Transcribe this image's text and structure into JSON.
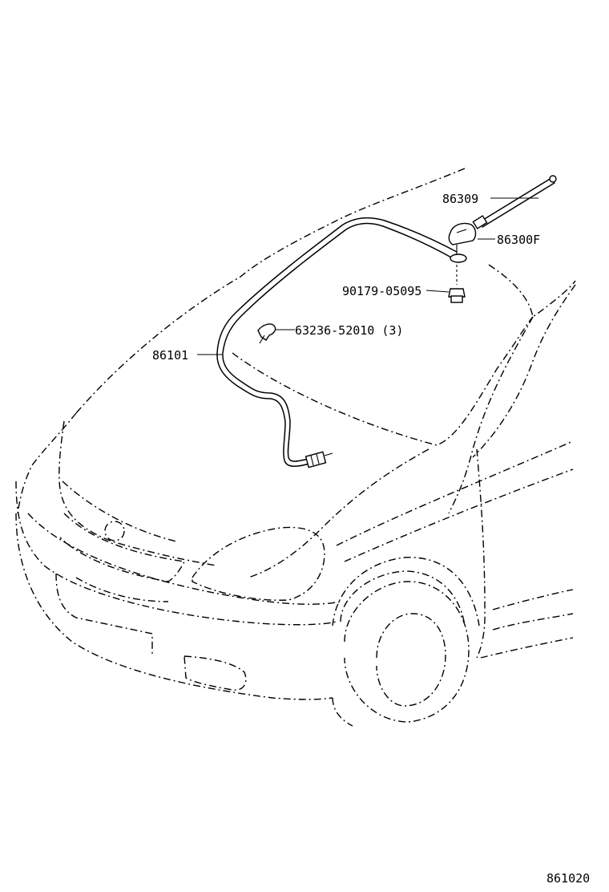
{
  "parts": {
    "antenna_rod": "86309",
    "antenna_base": "86300F",
    "screw": "90179-05095",
    "clip": "63236-52010 (3)",
    "cord": "86101"
  },
  "figure_number": "861020"
}
